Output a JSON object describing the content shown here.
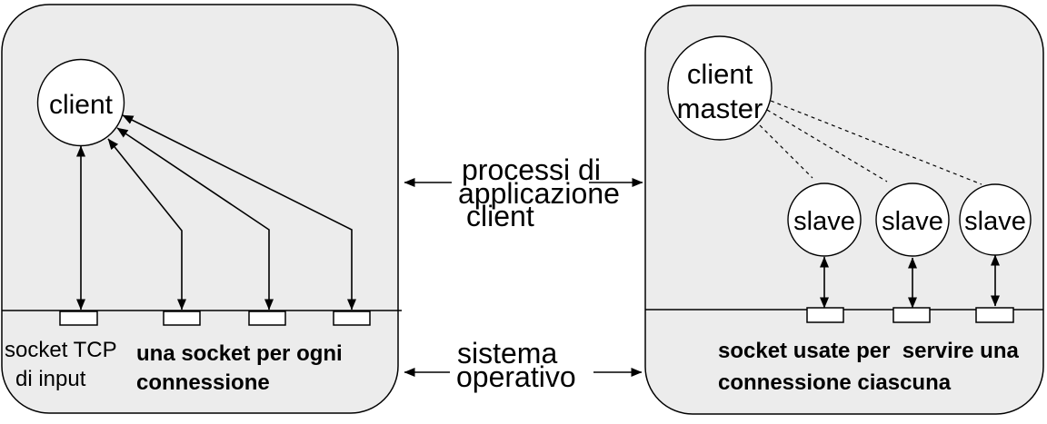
{
  "colors": {
    "panel_fill": "#ececec",
    "stroke": "#000000",
    "socket_fill": "#ffffff",
    "text": "#000000"
  },
  "left_panel": {
    "client_label": "client",
    "socket_tcp_line1": "socket TCP",
    "socket_tcp_line2": "di input",
    "per_conn_line1": "una socket per ogni",
    "per_conn_line2": "connessione"
  },
  "center": {
    "app_line1": "processi di",
    "app_line2": "applicazione",
    "app_line3": "client",
    "os_line1": "sistema",
    "os_line2": "operativo"
  },
  "right_panel": {
    "master_line1": "client",
    "master_line2": "master",
    "slave1": "slave",
    "slave2": "slave",
    "slave3": "slave",
    "socket_line1": "socket usate per  servire una",
    "socket_line2": "connessione ciascuna"
  }
}
